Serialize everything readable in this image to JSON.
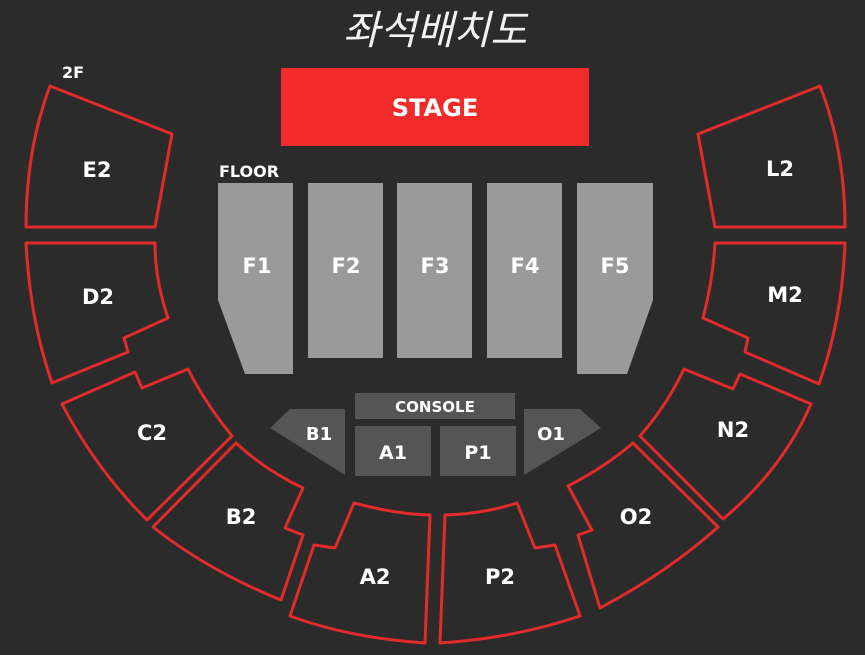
{
  "title": "좌석배치도",
  "level_label": "2F",
  "floor_label": "FLOOR",
  "stage": {
    "label": "STAGE",
    "color": "#f22a2a"
  },
  "colors": {
    "background": "#2b2b2b",
    "floor_block": "#9a9a9a",
    "console_block": "#555555",
    "section_outline": "#e12a2a"
  },
  "floor_sections": [
    "F1",
    "F2",
    "F3",
    "F4",
    "F5"
  ],
  "console": {
    "label": "CONSOLE"
  },
  "inner_sections": [
    "B1",
    "A1",
    "P1",
    "O1"
  ],
  "upper_sections": [
    "E2",
    "D2",
    "C2",
    "B2",
    "A2",
    "P2",
    "O2",
    "N2",
    "M2",
    "L2"
  ]
}
